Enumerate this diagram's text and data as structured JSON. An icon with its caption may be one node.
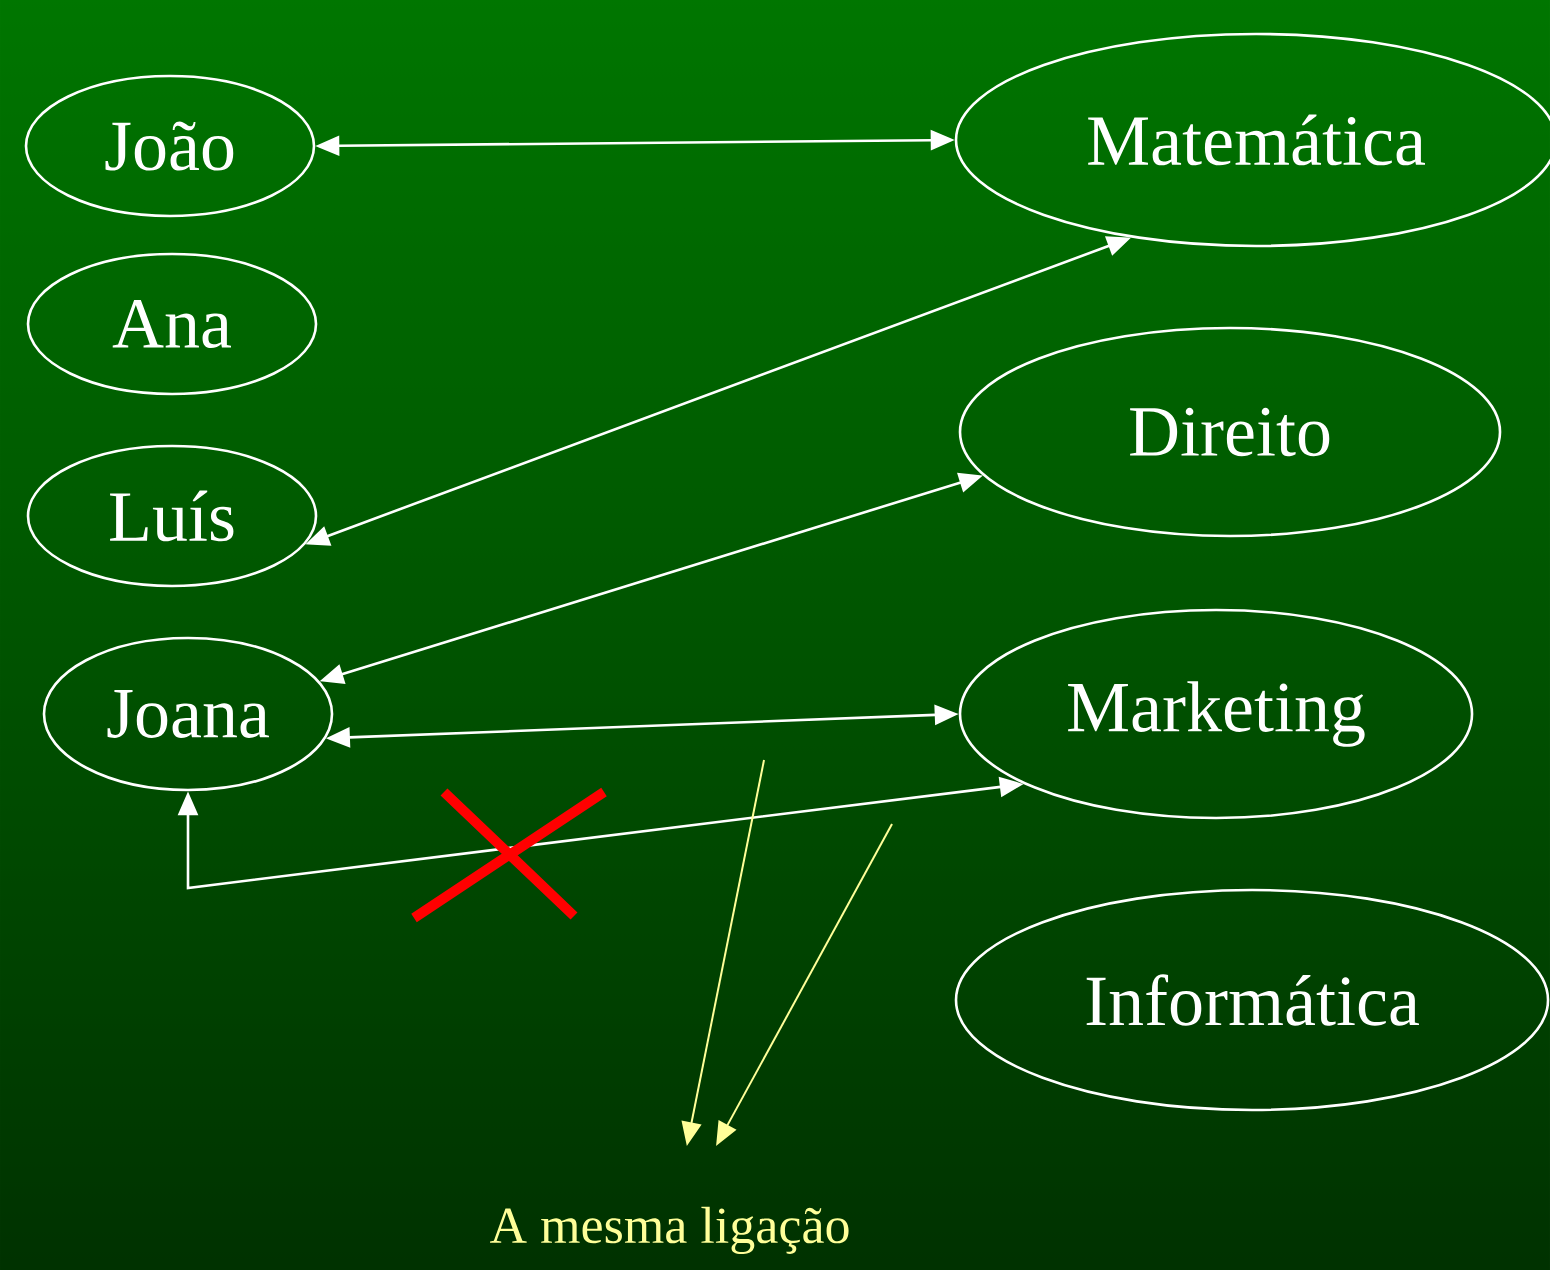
{
  "diagram": {
    "nodes": [
      {
        "text": [
          "João"
        ]
      },
      {
        "text": [
          "Ana"
        ]
      },
      {
        "text": [
          "Luís"
        ]
      },
      {
        "text": [
          "Joana"
        ]
      },
      {
        "text": [
          "Matemática"
        ]
      },
      {
        "text": [
          "Direito"
        ]
      },
      {
        "text": [
          "Marketing"
        ]
      },
      {
        "text": [
          "Informática"
        ]
      },
      {
        "text": [
          "A mesma ligação"
        ]
      }
    ],
    "edges": [
      {
        "from": 0,
        "to": 4,
        "arrow": "both"
      },
      {
        "from": 2,
        "to": 4,
        "arrow": "both"
      },
      {
        "from": 3,
        "to": 5,
        "arrow": "both"
      },
      {
        "from": 3,
        "to": 6,
        "arrow": "both"
      },
      {
        "from": 6,
        "to": 3,
        "arrow": "both"
      },
      {
        "from": null,
        "to": 8,
        "arrow": "to",
        "color": "#ffff99"
      },
      {
        "from": null,
        "to": 8,
        "arrow": "to",
        "color": "#ffff99"
      }
    ]
  }
}
